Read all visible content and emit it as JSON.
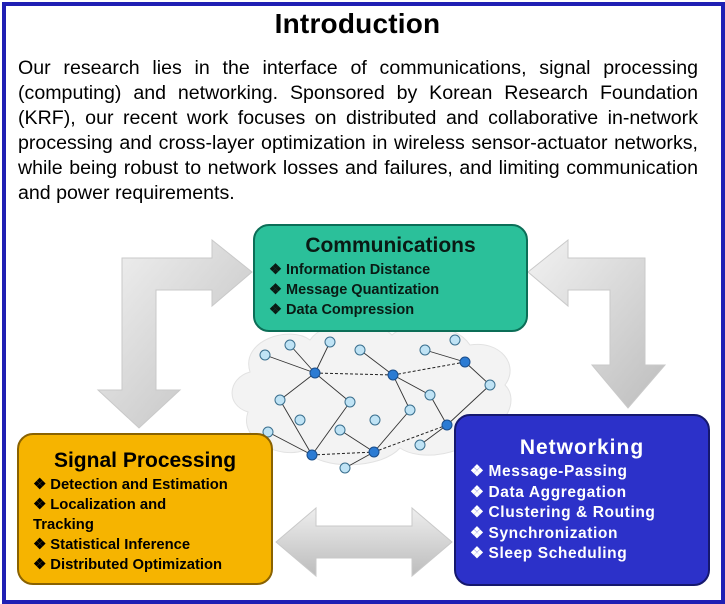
{
  "title": "Introduction",
  "intro": "Our research lies in the interface of communications, signal processing (computing) and  networking. Sponsored by Korean Research Foundation (KRF), our recent work focuses on distributed and collaborative in-network processing and cross-layer optimization in wireless sensor-actuator networks, while being robust to network losses and failures, and limiting communication and power requirements.",
  "bullet_glyph": "❖",
  "communications": {
    "title": "Communications",
    "items": [
      "Information Distance",
      "Message Quantization",
      "Data Compression"
    ]
  },
  "signal_processing": {
    "title": "Signal Processing",
    "items": [
      "Detection and Estimation",
      "Localization and Tracking",
      "Statistical Inference",
      "Distributed Optimization"
    ]
  },
  "networking": {
    "title": "Networking",
    "items": [
      "Message-Passing",
      "Data Aggregation",
      "Clustering & Routing",
      "Synchronization",
      "Sleep Scheduling"
    ]
  },
  "colors": {
    "frame": "#1f1fb4",
    "communications_box": "#2bc09a",
    "signal_processing_box": "#f6b400",
    "networking_box": "#2c31c9",
    "arrow": "#d9d9d9",
    "node": "#bfe3f5",
    "hub": "#2b7bd3"
  }
}
